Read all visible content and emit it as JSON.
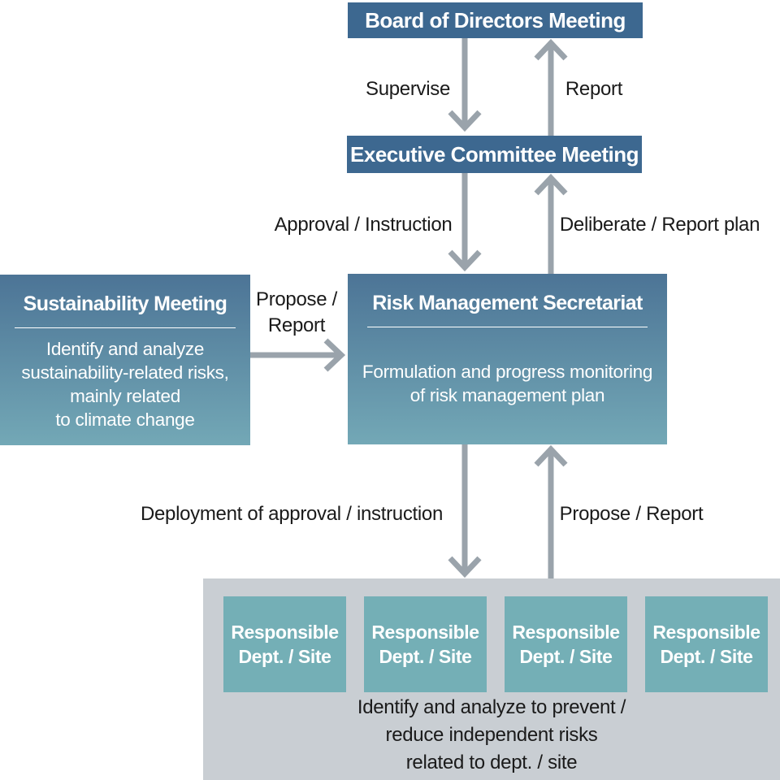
{
  "colors": {
    "header_box": "#3d6890",
    "gradient_top": "#4c7496",
    "gradient_bottom": "#73a8b6",
    "responsible_box": "#74afb6",
    "group_background": "#c9ced3",
    "arrow": "#9aa3ab",
    "label_text": "#1a1a1a",
    "box_text": "#ffffff"
  },
  "nodes": {
    "board": {
      "title": "Board of Directors Meeting"
    },
    "executive": {
      "title": "Executive Committee Meeting"
    },
    "sustainability": {
      "title": "Sustainability Meeting",
      "body": "Identify and analyze\nsustainability-related risks,\nmainly related\nto climate change"
    },
    "secretariat": {
      "title": "Risk Management Secretariat",
      "body": "Formulation and progress monitoring\nof risk management plan"
    },
    "responsible": {
      "boxes": [
        "Responsible\nDept. / Site",
        "Responsible\nDept. / Site",
        "Responsible\nDept. / Site",
        "Responsible\nDept. / Site"
      ],
      "caption": "Identify and analyze to prevent / reduce independent risks\nrelated to dept. / site"
    }
  },
  "edges": {
    "supervise": "Supervise",
    "report": "Report",
    "approval_instruction": "Approval / Instruction",
    "deliberate_report_plan": "Deliberate / Report plan",
    "propose_report_left": "Propose /\nReport",
    "deployment_of_approval": "Deployment of approval / instruction",
    "propose_report_bottom": "Propose / Report"
  }
}
